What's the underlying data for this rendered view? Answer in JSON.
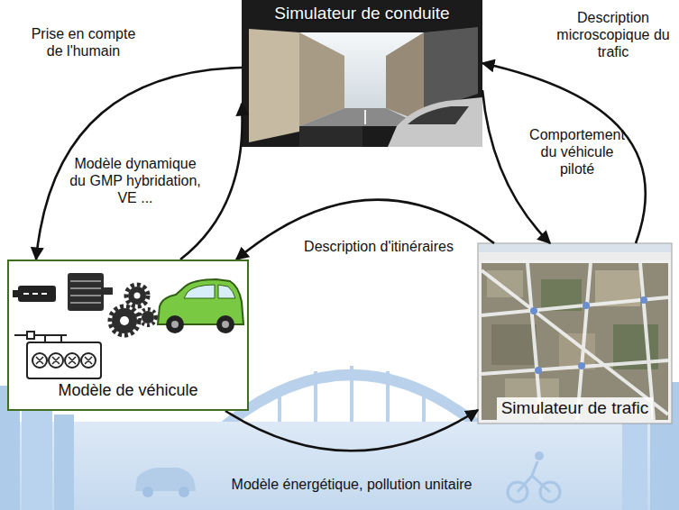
{
  "diagram": {
    "nodes": [
      {
        "text": [
          "Simulateur de conduite"
        ]
      },
      {
        "text": [
          "Modèle de véhicule"
        ]
      },
      {
        "text": [
          "Simulateur de trafic"
        ]
      }
    ],
    "edges": [
      {
        "from": 0,
        "to": 1,
        "label": "Prise en compte de l'humain",
        "arrow": "to"
      },
      {
        "from": 1,
        "to": 0,
        "label": "Modèle dynamique du GMP hybridation, VE ...",
        "arrow": "to"
      },
      {
        "from": 2,
        "to": 0,
        "label": "Description microscopique du trafic",
        "arrow": "to"
      },
      {
        "from": 0,
        "to": 2,
        "label": "Comportement du véhicule piloté",
        "arrow": "to"
      },
      {
        "from": 2,
        "to": 1,
        "label": "Description d'itinéraires",
        "arrow": "to"
      },
      {
        "from": 1,
        "to": 2,
        "label": "Modèle énergétique, pollution unitaire",
        "arrow": "to"
      }
    ]
  }
}
